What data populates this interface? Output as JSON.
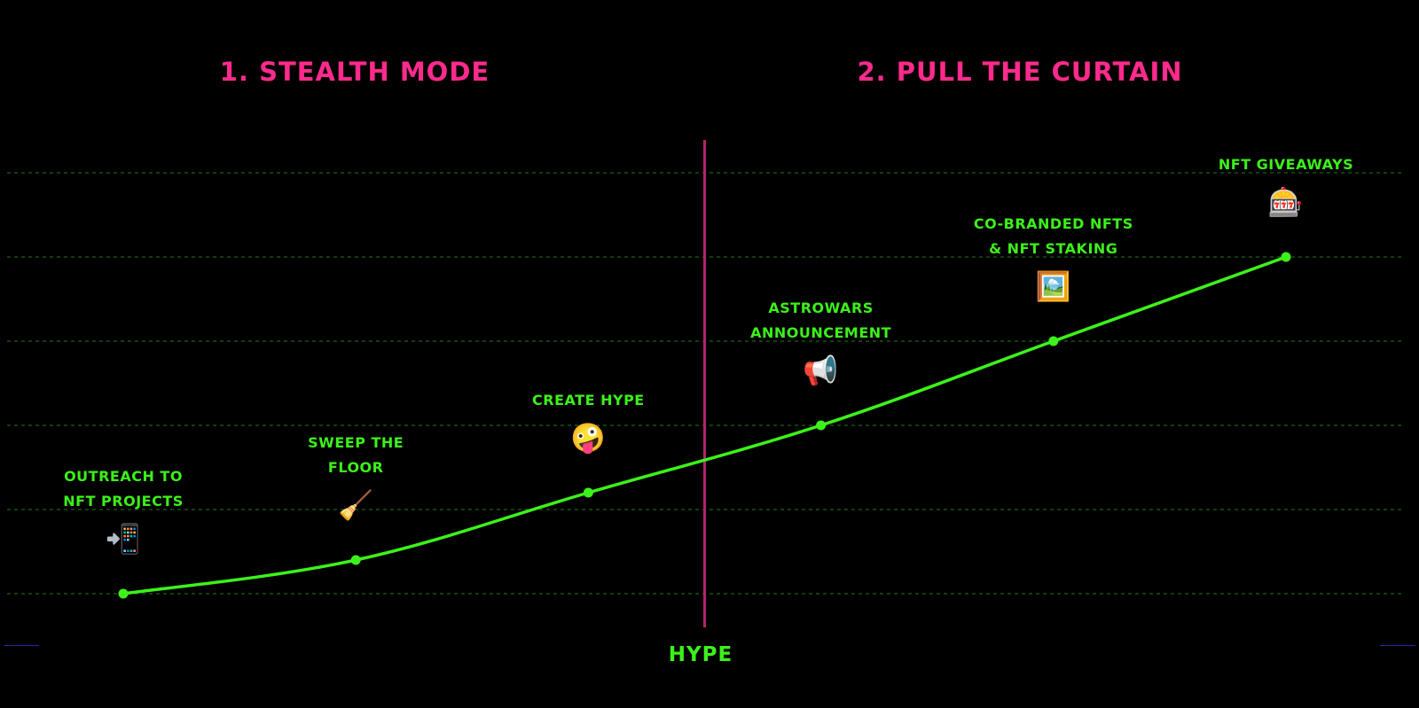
{
  "colors": {
    "background": "#000000",
    "line": "#3cf21a",
    "label": "#3cf21a",
    "phase": "#ff2a8c",
    "divider": "#b2246e",
    "grid": "#1f5f16",
    "corner": "#1f2aa8"
  },
  "phases": [
    {
      "label": "1. STEALTH MODE"
    },
    {
      "label": "2. PULL THE CURTAIN"
    }
  ],
  "chart_data": {
    "type": "line",
    "title": "",
    "xlabel": "HYPE",
    "ylabel": "",
    "grid": true,
    "milestones": [
      {
        "x": 1,
        "y": 0,
        "lines": [
          "OUTREACH TO",
          "NFT PROJECTS"
        ],
        "icon": "mobile-phone-arrow-icon",
        "emoji": "📲"
      },
      {
        "x": 2,
        "y": 0.4,
        "lines": [
          "SWEEP THE",
          "FLOOR"
        ],
        "icon": "broom-icon",
        "emoji": "🧹"
      },
      {
        "x": 3,
        "y": 1.2,
        "lines": [
          "CREATE HYPE"
        ],
        "icon": "zany-face-icon",
        "emoji": "🤪"
      },
      {
        "x": 4,
        "y": 2.0,
        "lines": [
          "ASTROWARS",
          "ANNOUNCEMENT"
        ],
        "icon": "megaphone-icon",
        "emoji": "📢"
      },
      {
        "x": 5,
        "y": 3.0,
        "lines": [
          "CO-BRANDED NFTS",
          "& NFT STAKING"
        ],
        "icon": "framed-picture-icon",
        "emoji": "🖼️"
      },
      {
        "x": 6,
        "y": 4.0,
        "lines": [
          "NFT GIVEAWAYS"
        ],
        "icon": "slot-machine-icon",
        "emoji": "🎰"
      }
    ],
    "phase_split_x": 3.5
  }
}
